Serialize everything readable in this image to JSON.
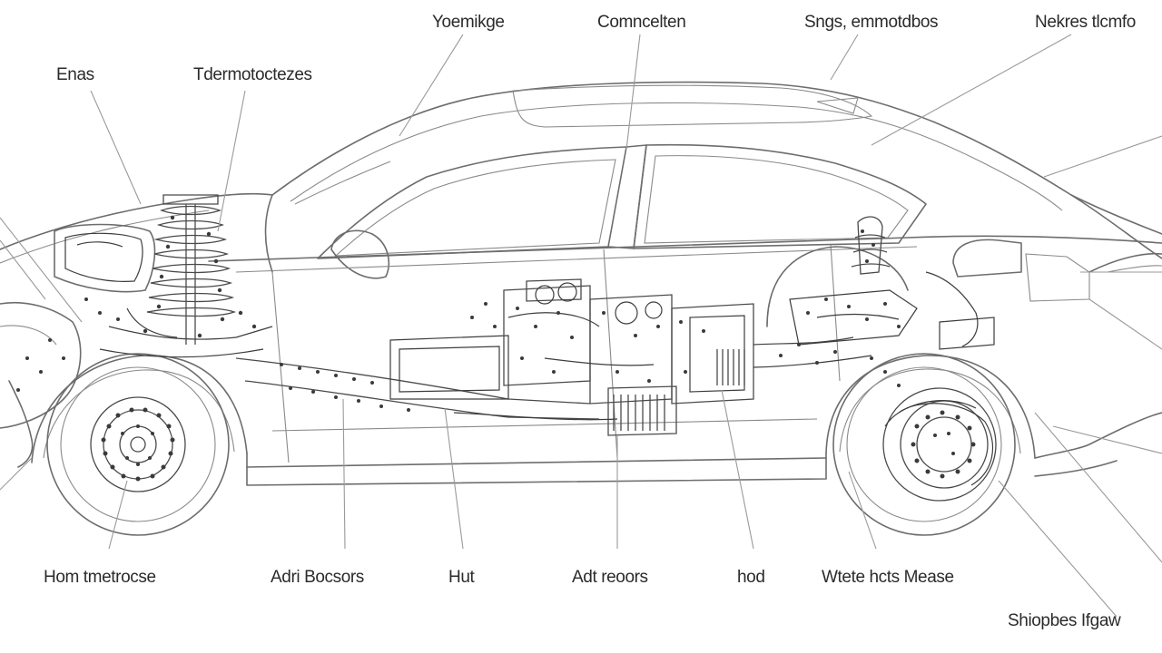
{
  "labels": {
    "top_1": "Yoemikge",
    "top_2": "Comncelten",
    "top_3": "Sngs, emmotdbos",
    "top_4": "Nekres tlcmfo",
    "left_1": "Enas",
    "left_2": "Tdermotoctezes",
    "bottom_1": "Hom tmetrocse",
    "bottom_2": "Adri Bocsors",
    "bottom_3": "Hut",
    "bottom_4": "Adt reoors",
    "bottom_5": "hod",
    "bottom_6": "Wtete hcts Mease",
    "bottom_7": "Shiopbes Ifgaw"
  },
  "colors": {
    "ink": "#3d3d3d",
    "leader": "#9a9a9a",
    "background": "#ffffff"
  }
}
